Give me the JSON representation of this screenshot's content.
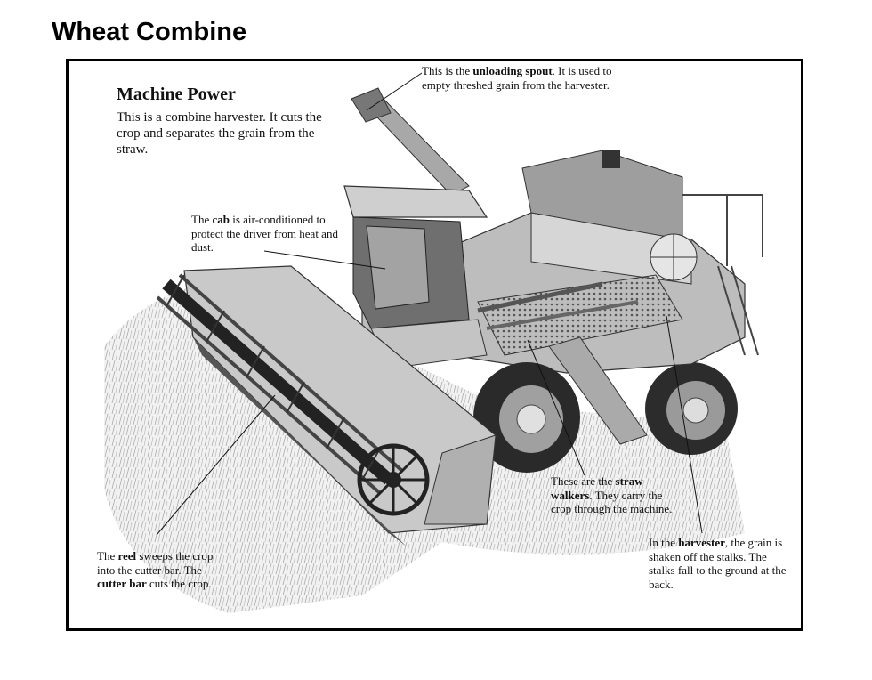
{
  "title": "Wheat Combine",
  "intro": {
    "heading": "Machine Power",
    "body": "This is a combine harvester. It cuts the crop and separates the grain from the straw."
  },
  "callouts": {
    "spout": {
      "pre": "This is the ",
      "term": "unloading spout",
      "post": ". It is used to empty threshed grain from the harvester."
    },
    "cab": {
      "pre": "The ",
      "term": "cab",
      "post": " is air-conditioned to protect the driver from heat and dust."
    },
    "reel": {
      "pre": "The ",
      "term": "reel",
      "mid": " sweeps the crop into the cutter bar. The ",
      "term2": "cutter bar",
      "post": " cuts the crop."
    },
    "walkers": {
      "pre": "These are the ",
      "term": "straw walkers",
      "post": ". They carry the crop through the machine."
    },
    "harvester": {
      "pre": "In the ",
      "term": "harvester",
      "post": ", the grain is shaken off the stalks. The stalks fall to the ground at the back."
    }
  },
  "colors": {
    "ink": "#111111",
    "frame": "#000000",
    "body_gray": "#bdbdbd",
    "dark_gray": "#444444"
  }
}
